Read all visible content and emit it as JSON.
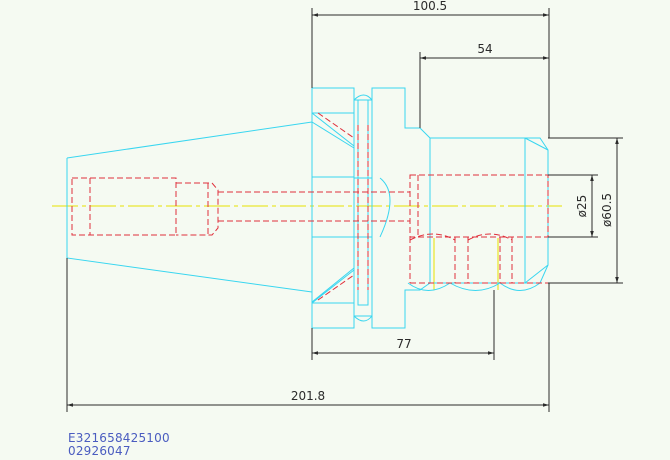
{
  "drawing": {
    "dimensions": {
      "top_length": "100.5",
      "upper_length": "54",
      "lower_length": "77",
      "overall_length": "201.8",
      "bore_diameter": "ø25",
      "outer_diameter": "ø60.5"
    },
    "part_code": "E321658425100",
    "serial_number": "02926047"
  },
  "colors": {
    "outline": "#39d6f0",
    "hidden": "#e0303c",
    "center": "#e6e200",
    "dimension": "#2b2b2b",
    "label": "#4a5cc0"
  }
}
